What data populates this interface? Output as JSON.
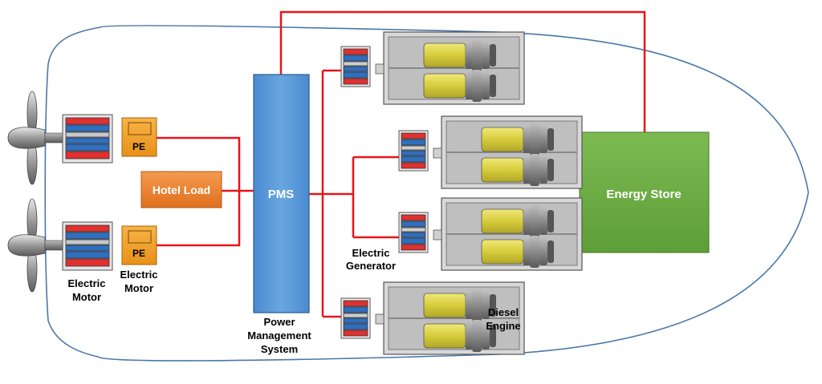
{
  "labels": {
    "pms": "PMS",
    "pms_caption_1": "Power",
    "pms_caption_2": "Management",
    "pms_caption_3": "System",
    "hotel_load": "Hotel Load",
    "energy_store": "Energy Store",
    "pe_top": "PE",
    "pe_bottom": "PE",
    "motor_left_1": "Electric",
    "motor_left_2": "Motor",
    "motor_right_1": "Electric",
    "motor_right_2": "Motor",
    "generator_1": "Electric",
    "generator_2": "Generator",
    "diesel_1": "Diesel",
    "diesel_2": "Engine"
  },
  "colors": {
    "power_line": "#e8141b",
    "hull": "#4a78a8",
    "pms_fill": "#5b9bd5",
    "hotel_fill": "#ed7d31",
    "energy_fill": "#70ad47",
    "pe_fill": "#f5a623",
    "winding_red": "#e03030",
    "winding_blue": "#2f6fc0",
    "cylinder_yellow": "#d9cf4a"
  }
}
